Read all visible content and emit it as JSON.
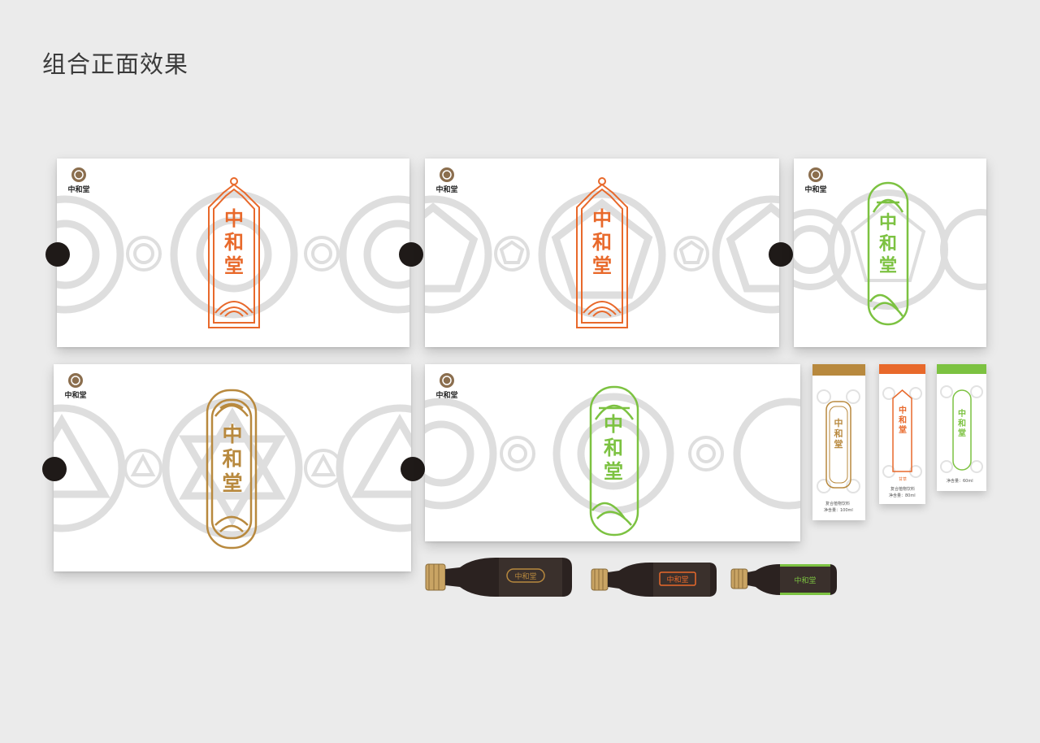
{
  "page": {
    "title": "组合正面效果"
  },
  "brand": {
    "name": "中和堂"
  },
  "boxes": [
    {
      "id": "box-1",
      "tag_text": [
        "中",
        "和",
        "堂"
      ],
      "color": "#e8692b"
    },
    {
      "id": "box-2",
      "tag_text": [
        "中",
        "和",
        "堂"
      ],
      "color": "#e8692b"
    },
    {
      "id": "box-3",
      "tag_text": [
        "中",
        "和",
        "堂"
      ],
      "color": "#7cc241"
    },
    {
      "id": "box-4",
      "tag_text": [
        "中",
        "和",
        "堂"
      ],
      "color": "#b8893e"
    },
    {
      "id": "box-5",
      "tag_text": [
        "中",
        "和",
        "堂"
      ],
      "color": "#7cc241"
    }
  ],
  "labels": [
    {
      "id": "label-brown",
      "color": "#b8893e",
      "tag_text": "中和堂",
      "desc": "复合植物饮料",
      "net": "净含量：100ml"
    },
    {
      "id": "label-orange",
      "color": "#e8692b",
      "tag_text": "中和堂",
      "tagline": "甘草",
      "desc": "复合植物饮料",
      "net": "净含量：80ml"
    },
    {
      "id": "label-green",
      "color": "#7cc241",
      "tag_text": "中和堂",
      "net": "净含量：60ml"
    }
  ],
  "bottles": [
    {
      "id": "bottle-brown",
      "accent": "#b8893e",
      "label": "中和堂"
    },
    {
      "id": "bottle-orange",
      "accent": "#e8692b",
      "label": "中和堂"
    },
    {
      "id": "bottle-green",
      "accent": "#7cc241",
      "label": "中和堂"
    }
  ],
  "colors": {
    "background": "#ebebeb",
    "orange": "#e8692b",
    "green": "#7cc241",
    "gold": "#b8893e",
    "ornament": "#dcdcdc"
  }
}
